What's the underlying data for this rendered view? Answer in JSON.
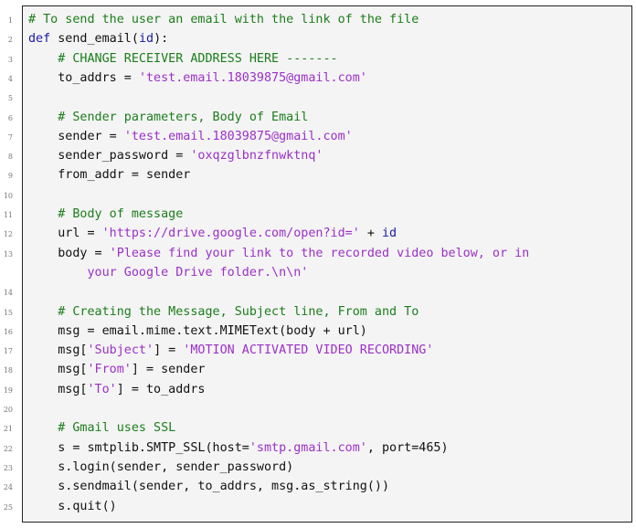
{
  "code": {
    "lines": [
      {
        "n": "1",
        "tokens": [
          {
            "t": "# To send the user an email with the link of the file",
            "c": "cm"
          }
        ]
      },
      {
        "n": "2",
        "tokens": [
          {
            "t": "def",
            "c": "kw"
          },
          {
            "t": " send_email(",
            "c": ""
          },
          {
            "t": "id",
            "c": "kw"
          },
          {
            "t": "):",
            "c": ""
          }
        ]
      },
      {
        "n": "3",
        "tokens": [
          {
            "t": "    ",
            "c": ""
          },
          {
            "t": "# CHANGE RECEIVER ADDRESS HERE -------",
            "c": "cm"
          }
        ]
      },
      {
        "n": "4",
        "tokens": [
          {
            "t": "    to_addrs = ",
            "c": ""
          },
          {
            "t": "'test.email.18039875@gmail.com'",
            "c": "st"
          }
        ]
      },
      {
        "n": "5",
        "tokens": []
      },
      {
        "n": "6",
        "tokens": [
          {
            "t": "    ",
            "c": ""
          },
          {
            "t": "# Sender parameters, Body of Email",
            "c": "cm"
          }
        ]
      },
      {
        "n": "7",
        "tokens": [
          {
            "t": "    sender = ",
            "c": ""
          },
          {
            "t": "'test.email.18039875@gmail.com'",
            "c": "st"
          }
        ]
      },
      {
        "n": "8",
        "tokens": [
          {
            "t": "    sender_password = ",
            "c": ""
          },
          {
            "t": "'oxqzglbnzfnwktnq'",
            "c": "st"
          }
        ]
      },
      {
        "n": "9",
        "tokens": [
          {
            "t": "    from_addr = sender",
            "c": ""
          }
        ]
      },
      {
        "n": "10",
        "tokens": []
      },
      {
        "n": "11",
        "tokens": [
          {
            "t": "    ",
            "c": ""
          },
          {
            "t": "# Body of message",
            "c": "cm"
          }
        ]
      },
      {
        "n": "12",
        "tokens": [
          {
            "t": "    url = ",
            "c": ""
          },
          {
            "t": "'https://drive.google.com/open?id='",
            "c": "st"
          },
          {
            "t": " + ",
            "c": ""
          },
          {
            "t": "id",
            "c": "kw"
          }
        ]
      },
      {
        "n": "13",
        "tokens": [
          {
            "t": "    body = ",
            "c": ""
          },
          {
            "t": "'Please find your link to the recorded video below, or in",
            "c": "st"
          }
        ]
      },
      {
        "n": "",
        "tokens": [
          {
            "t": "        ",
            "c": ""
          },
          {
            "t": "your Google Drive folder.\\n\\n'",
            "c": "st"
          }
        ]
      },
      {
        "n": "14",
        "tokens": []
      },
      {
        "n": "15",
        "tokens": [
          {
            "t": "    ",
            "c": ""
          },
          {
            "t": "# Creating the Message, Subject line, From and To",
            "c": "cm"
          }
        ]
      },
      {
        "n": "16",
        "tokens": [
          {
            "t": "    msg = email.mime.text.MIMEText(body + url)",
            "c": ""
          }
        ]
      },
      {
        "n": "17",
        "tokens": [
          {
            "t": "    msg[",
            "c": ""
          },
          {
            "t": "'Subject'",
            "c": "st"
          },
          {
            "t": "] = ",
            "c": ""
          },
          {
            "t": "'MOTION ACTIVATED VIDEO RECORDING'",
            "c": "st"
          }
        ]
      },
      {
        "n": "18",
        "tokens": [
          {
            "t": "    msg[",
            "c": ""
          },
          {
            "t": "'From'",
            "c": "st"
          },
          {
            "t": "] = sender",
            "c": ""
          }
        ]
      },
      {
        "n": "19",
        "tokens": [
          {
            "t": "    msg[",
            "c": ""
          },
          {
            "t": "'To'",
            "c": "st"
          },
          {
            "t": "] = to_addrs",
            "c": ""
          }
        ]
      },
      {
        "n": "20",
        "tokens": []
      },
      {
        "n": "21",
        "tokens": [
          {
            "t": "    ",
            "c": ""
          },
          {
            "t": "# Gmail uses SSL",
            "c": "cm"
          }
        ]
      },
      {
        "n": "22",
        "tokens": [
          {
            "t": "    s = smtplib.SMTP_SSL(host=",
            "c": ""
          },
          {
            "t": "'smtp.gmail.com'",
            "c": "st"
          },
          {
            "t": ", port=465)",
            "c": ""
          }
        ]
      },
      {
        "n": "23",
        "tokens": [
          {
            "t": "    s.login(sender, sender_password)",
            "c": ""
          }
        ]
      },
      {
        "n": "24",
        "tokens": [
          {
            "t": "    s.sendmail(sender, to_addrs, msg.as_string())",
            "c": ""
          }
        ]
      },
      {
        "n": "25",
        "tokens": [
          {
            "t": "    s.quit()",
            "c": ""
          }
        ]
      }
    ]
  }
}
